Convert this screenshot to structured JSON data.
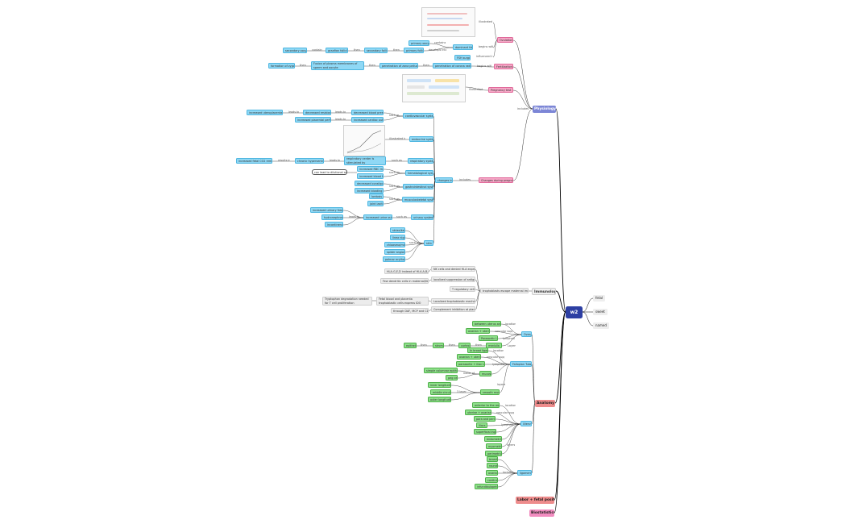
{
  "root": {
    "label": "w2"
  },
  "root_leaves": [
    "fetal",
    "sweet",
    "named"
  ],
  "branches": {
    "physiology": {
      "label": "Physiology"
    },
    "immunology": {
      "label": "Immunology"
    },
    "anatomy": {
      "label": "Anatomy"
    },
    "labor": {
      "label": "Labor + fetal positions"
    },
    "biostatistics": {
      "label": "Biostatistics"
    }
  },
  "physiology": {
    "includes": "includes",
    "ovulation": {
      "label": "Ovulation",
      "illustrated": "illustrated",
      "begins_with": "begins with",
      "influenced_by": "influenced by",
      "dominant": "dominant follicle",
      "pinchs": "primary oocyte",
      "contains": "contains",
      "primary_follicle": "primary follicle",
      "develops_into": "develops into",
      "then1": "then",
      "secondary_follicle": "secondary follicle",
      "then2": "then",
      "graafian": "graafian follicle",
      "contains2": "contains",
      "secondary_oocyte": "secondary oocyte",
      "fsh": "FSH surge etc."
    },
    "fertilization": {
      "label": "Fertilization",
      "begins_with": "begins with",
      "penetration": "penetration of corona radiata",
      "then1": "then",
      "penetration2": "penetration of zona pellucida",
      "then2": "then",
      "fusion": "Fusion of plasma membranes of sperm and oocyte",
      "then3": "then",
      "formation": "formation of zygote"
    },
    "pregnancy_test": {
      "label": "Pregnancy test",
      "illustrated": "illustrated"
    },
    "changes": {
      "label": "Changes during pregnancy",
      "includes": "includes",
      "changes_in": "changes in",
      "cardio": "cardiovascular system",
      "such_as": "such as",
      "dec_resistance": "decreased resistance",
      "leads_to": "leads to",
      "dec_bp": "decreased blood pressure",
      "inc_uteroplacental": "increased uteroplacental flow",
      "inc_placental": "increased placental perfusion",
      "leads_to2": "leads to",
      "inc_co": "increased cardiac output",
      "endocrine": "endocrine system",
      "illustrated": "illustrated in",
      "respiratory": "respiratory system",
      "such_as2": "such as",
      "resp_center": "respiratory center is stimulated by progesterone",
      "leads_to3": "leads to",
      "chronic_hyper": "chronic hyperventilation",
      "results_in": "results in",
      "inc_co2": "increased fetal CO2 removal",
      "hematologic": "hematological system",
      "such_as3": "such as",
      "inc_rbc": "increased RBC mass",
      "inc_volume": "increased blood flow",
      "dilutional": "can lead to dilutional anemia",
      "gi": "gastrointestinal system",
      "such_as4": "such as",
      "dec_motility": "decreased constipation",
      "heartburn": "increased bloating",
      "musculoskeletal": "musculoskeletal system",
      "such_as5": "such as",
      "lordosis": "lordosis",
      "joint_laxity": "joint laxity",
      "urinary": "urinary system",
      "such_as6": "such as",
      "inc_gfr": "increased urine output",
      "leads_to4": "leads to",
      "inc_freq": "increased urinary frequency",
      "hydronephrosis": "hydronephrosis",
      "incontinence": "incontinence",
      "skin": "skin",
      "such_as7": "such as",
      "striae": "striae/keloids",
      "linea_nigra": "linea nigra",
      "chloasma": "chloasma/melasma",
      "spider": "spider angiomas",
      "palmar": "palmar erythema"
    }
  },
  "immunology": {
    "label": "Immunology",
    "escape": "trophoblasts escape maternal immune response against placenta",
    "hla_g": "HLA-G,E,D instead of HLA-A,B,C",
    "nk": "NK cells and denied HLA expression",
    "dendritic": "Few dendritic cells in maternal/fetal interface",
    "localized": "localized suppression of antigen presentation",
    "t_reg": "T regulatory cells",
    "tryptophan": "Tryptophan degradation needed for T cell proliferation",
    "fetal_blood": "Fetal blood and placenta trophoblastic cells express IDO",
    "localized2": "Localized trophoblastic mechanisms",
    "complement": "through DAF, MCP and CD59",
    "complement2": "Complement inhibition at placenta"
  },
  "anatomy": {
    "ovary": {
      "label": "Ovary",
      "location": "location",
      "between": "between uterus and pelvic wall",
      "vascular": "vascular supply",
      "ovarian_artery": "ovarian + uterine a.",
      "lymphatics": "lymphatics",
      "paraaortic": "Paraaortic LN",
      "layers": "Layers",
      "epithelium": "epithelium",
      "then1": "then",
      "stroma": "stroma",
      "then2": "then",
      "cortex": "cortex",
      "then3": "then",
      "medulla": "medulla"
    },
    "tubes": {
      "label": "Fallopian Tubes",
      "location": "location",
      "broad": "In broad ligament",
      "vascular": "vascular supply",
      "ovarian": "ovarian + uterine a.",
      "lymphatics": "lymphatics",
      "paraaortic": "paraaortic + iliac LN",
      "layers": "layers",
      "mucosa": "mucosa",
      "made_of": "made of",
      "simple": "simple columnar epithelium",
      "peg": "peg cells",
      "smooth": "smooth muscle",
      "three_layers": "3 layers",
      "inner": "inner longitudinal",
      "middle": "middle circular",
      "outer": "outer longitudinal"
    },
    "uterus": {
      "label": "Uterus",
      "location": "location",
      "anterior": "anterior to the rectum",
      "vascular": "vascular supply",
      "uterine": "uterine + ovarian a.",
      "lymphatics": "lymphatics",
      "paraaortic": "para and periaortic LN",
      "iliac": "iliacs",
      "superficial": "superficial ing. canal",
      "layers": "layers",
      "endometrium": "endometrium",
      "myometrium": "myometrium",
      "perimetrium": "perimetrium"
    },
    "ligaments": {
      "label": "ligaments",
      "include": "include",
      "broad": "broad",
      "round": "round",
      "ovarian": "ovarian",
      "cardinal": "cardinal",
      "infundibulopelvic": "infundibulopelvic"
    }
  },
  "colors": {
    "physiology": "#7c86d6",
    "immunology": "#f1f1f1",
    "anatomy": "#ee8c8c",
    "root": "#2d3fa3",
    "blue_node": "#8fd8f5",
    "green_node": "#8ee08a",
    "pink_node": "#f6a6c6",
    "link": "#000000"
  }
}
